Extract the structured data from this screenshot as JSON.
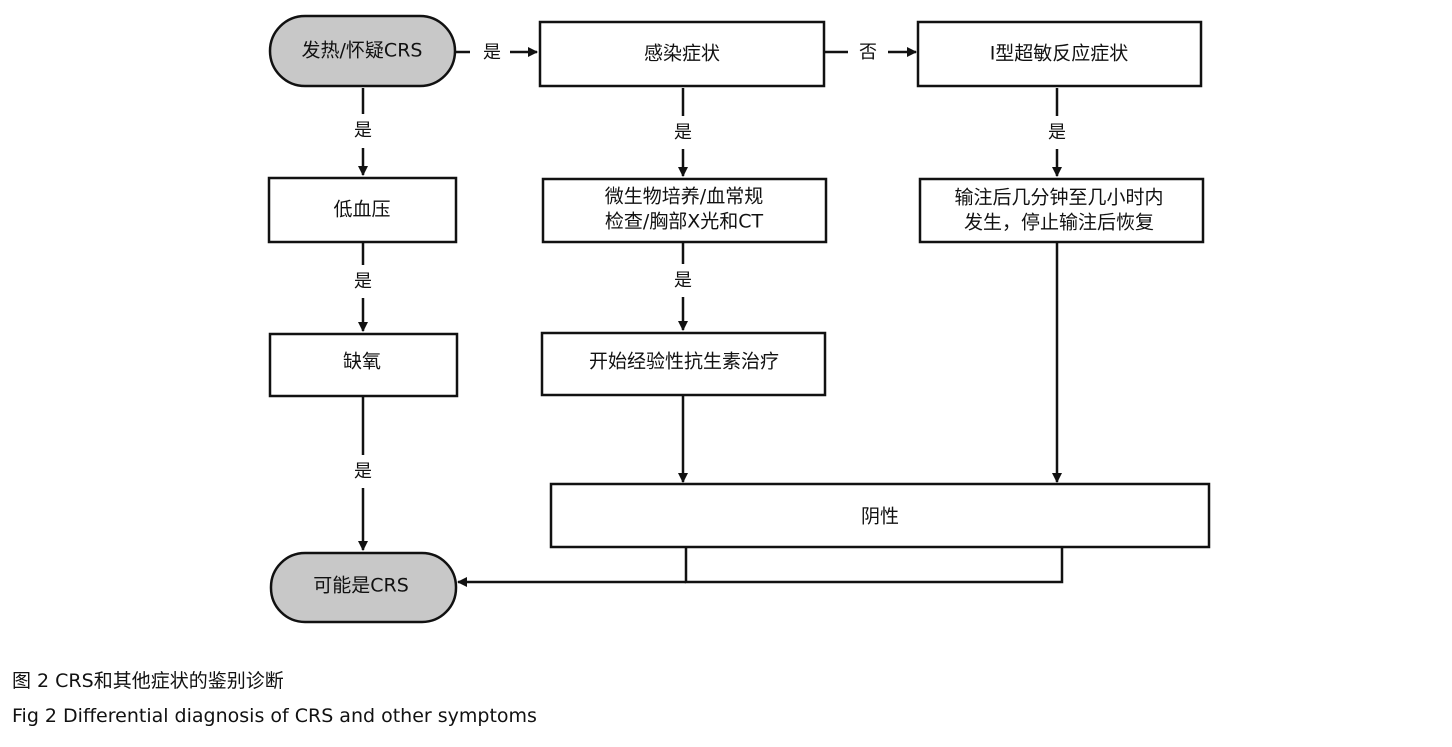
{
  "nodes": {
    "fever": {
      "text": "发热/怀疑CRS",
      "kind": "terminal"
    },
    "infection": {
      "text": "感染症状",
      "kind": "process"
    },
    "hypersensitivity": {
      "text": "I型超敏反应症状",
      "kind": "process"
    },
    "hypotension": {
      "text": "低血压",
      "kind": "process"
    },
    "tests": {
      "lines": [
        "微生物培养/血常规",
        "检查/胸部X光和CT"
      ],
      "kind": "process"
    },
    "infusion": {
      "lines": [
        "输注后几分钟至几小时内",
        "发生，停止输注后恢复"
      ],
      "kind": "process"
    },
    "hypoxia": {
      "text": "缺氧",
      "kind": "process"
    },
    "antibiotics": {
      "text": "开始经验性抗生素治疗",
      "kind": "process"
    },
    "negative": {
      "text": "阴性",
      "kind": "process"
    },
    "possible_crs": {
      "text": "可能是CRS",
      "kind": "terminal"
    }
  },
  "edges": [
    {
      "from": "fever",
      "to": "infection",
      "label": "是"
    },
    {
      "from": "infection",
      "to": "hypersensitivity",
      "label": "否"
    },
    {
      "from": "fever",
      "to": "hypotension",
      "label": "是"
    },
    {
      "from": "infection",
      "to": "tests",
      "label": "是"
    },
    {
      "from": "hypersensitivity",
      "to": "infusion",
      "label": "是"
    },
    {
      "from": "hypotension",
      "to": "hypoxia",
      "label": "是"
    },
    {
      "from": "tests",
      "to": "antibiotics",
      "label": "是"
    },
    {
      "from": "hypoxia",
      "to": "possible_crs",
      "label": "是"
    },
    {
      "from": "antibiotics",
      "to": "negative",
      "label": ""
    },
    {
      "from": "infusion",
      "to": "negative",
      "label": ""
    },
    {
      "from": "negative",
      "to": "possible_crs",
      "label": ""
    }
  ],
  "caption": {
    "zh": "图 2  CRS和其他症状的鉴别诊断",
    "en": "Fig 2  Differential diagnosis of CRS and other symptoms"
  }
}
